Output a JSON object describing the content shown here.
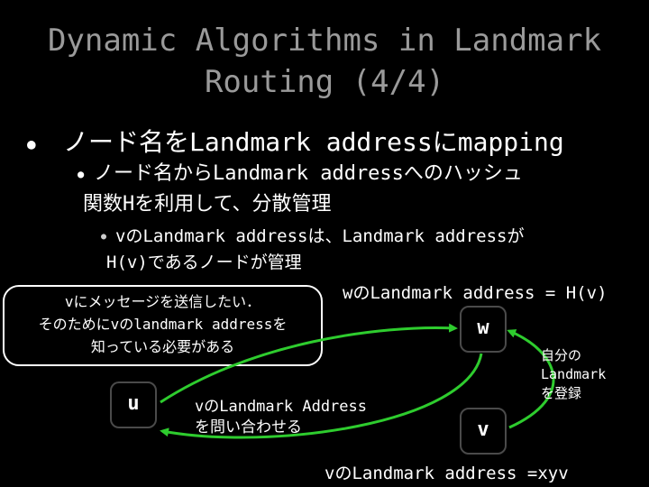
{
  "slide": {
    "title_line1": "Dynamic Algorithms in Landmark",
    "title_line2": "Routing (4/4)",
    "bullet1": "ノード名をLandmark addressにmapping",
    "bullet2_line1": "ノード名からLandmark addressへのハッシュ",
    "bullet2_line2": "関数Hを利用して、分散管理",
    "bullet3_line1": "vのLandmark addressは、Landmark addressが",
    "bullet3_line2": "H(v)であるノードが管理",
    "bullet_marker": "●"
  },
  "diagram": {
    "w_address_label": "wのLandmark address = H(v)",
    "callout_line1": "vにメッセージを送信したい．",
    "callout_line2": "そのためにvのlandmark addressを",
    "callout_line3": "知っている必要がある",
    "node_w": "w",
    "node_u": "u",
    "node_v": "v",
    "query_line1": "vのLandmark Address",
    "query_line2": "を問い合わせる",
    "self_line1": "自分の",
    "self_line2": "Landmark",
    "self_line3": "を登録",
    "v_address_label": "vのLandmark address =xyv",
    "arrow_color": "#2ecc2e",
    "node_border_color": "#4a4a4a"
  }
}
